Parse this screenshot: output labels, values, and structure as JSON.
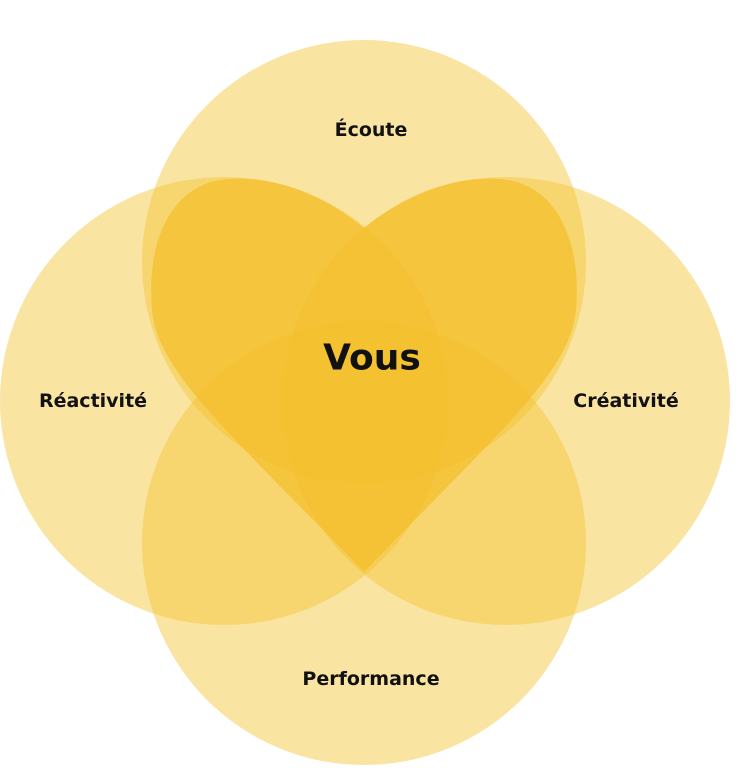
{
  "center_label": "Vous",
  "labels": {
    "top": "Écoute",
    "left": "Réactivité",
    "right": "Créativité",
    "bottom": "Performance"
  },
  "colors": {
    "circle": "#F4C430",
    "heart": "#F3BE28",
    "text": "#111111"
  }
}
